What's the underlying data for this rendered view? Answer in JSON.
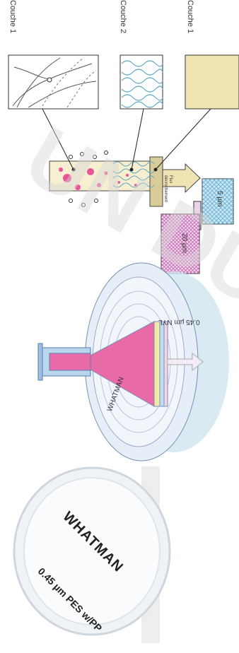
{
  "layers": {
    "layer1_label": "Couche 1",
    "layer2_label": "Couche 2",
    "layer3_label": "Couche 1"
  },
  "arrow_label": "Flux\ndécrochement",
  "stacked_mesh": {
    "label_small": "5 µm",
    "label_large": "20 µm"
  },
  "filter_device": {
    "housing_text": "0.45 µm NYL",
    "brand_text": "WHATMAN"
  },
  "product_photo": {
    "brand_text": "WHATMAN",
    "spec_text": "0.45 µm PES w/PP"
  },
  "colors": {
    "pink": "#e8559a",
    "teal": "#5fa8c2",
    "tan": "#efe3b3",
    "light_blue": "#cfe5ef",
    "mesh_blue": "#6fb6d7",
    "mesh_pink": "#c970b7"
  },
  "watermark_text": "UN DU"
}
